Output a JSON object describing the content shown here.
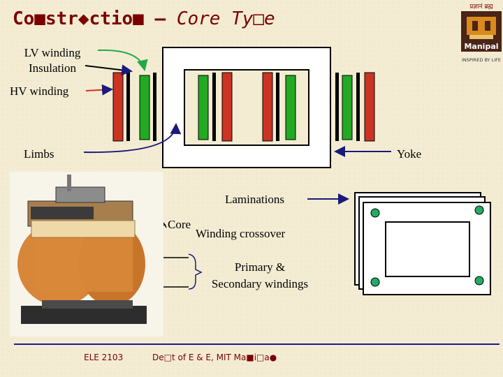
{
  "title": {
    "main": "Co■str◆ctio■ – ",
    "italic": "Core Ty□e"
  },
  "logo": {
    "script": "प्रज्ञानं ब्रह्म",
    "name": "Manipal",
    "tagline": "INSPIRED BY LIFE"
  },
  "labels": {
    "lv_winding": "LV winding",
    "insulation": "Insulation",
    "hv_winding": "HV winding",
    "limbs": "Limbs",
    "yoke": "Yoke",
    "laminations": "Laminations",
    "core": "Core",
    "winding_crossover": "Winding crossover",
    "primary": "Primary &",
    "secondary": "Secondary windings"
  },
  "footer": {
    "course": "ELE  2103",
    "dept": "De□t of E & E, MIT Ma■i□a●"
  },
  "colors": {
    "title": "#7b0000",
    "red_winding": "#cc3322",
    "green_winding": "#22aa22",
    "lamination_dot": "#22aa66",
    "arrow": "#1a1a7a",
    "footer_line": "#1b1b8a"
  }
}
